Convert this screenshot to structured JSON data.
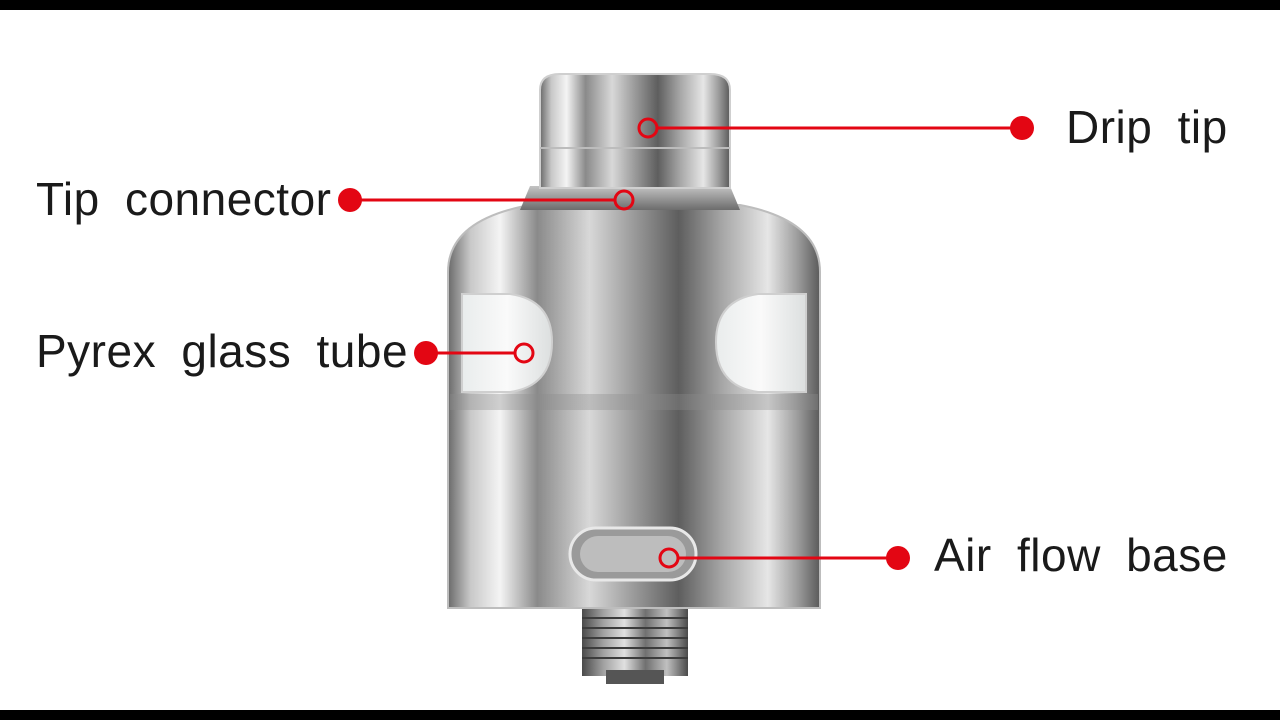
{
  "callouts": [
    {
      "id": "drip-tip",
      "label": "Drip tip"
    },
    {
      "id": "tip-connector",
      "label": "Tip connector"
    },
    {
      "id": "pyrex-glass-tube",
      "label": "Pyrex glass tube"
    },
    {
      "id": "air-flow-base",
      "label": "Air flow base"
    }
  ],
  "colors": {
    "callout": "#e30613",
    "text": "#1a1a1a",
    "background": "#ffffff",
    "border": "#000000"
  }
}
